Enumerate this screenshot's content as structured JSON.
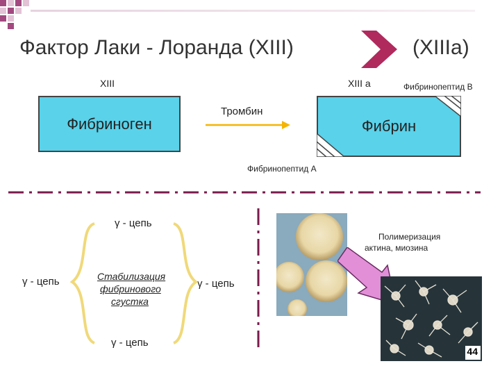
{
  "title": {
    "left": "Фактор Лаки - Лоранда (XIII)",
    "right": "(XIIIa)"
  },
  "labels": {
    "xiii": "XIII",
    "xiii_a": "XIII a",
    "fibrinopeptide_b": "Фибринопептид В",
    "fibrinogen": "Фибриноген",
    "thrombin": "Тромбин",
    "fibrin": "Фибрин",
    "fibrinopeptide_a": "Фибринопептид А",
    "gamma_chain_top": "γ - цепь",
    "gamma_chain_left": "γ - цепь",
    "gamma_chain_right": "γ - цепь",
    "gamma_chain_bottom": "γ - цепь",
    "stabilization_line1": "Стабилизация",
    "stabilization_line2": "фибринового",
    "stabilization_line3": "сгустка",
    "polymerization_line1": "Полимеризация",
    "polymerization_line2": "актина, миозина"
  },
  "page_number": "44",
  "colors": {
    "accent": "#a2487f",
    "box_fill": "#59d2ea",
    "arrow_thrombin": "#f5b400",
    "bracket": "#f0d97a",
    "divider": "#7a1a4c",
    "pink_arrow": "#e38fd8"
  }
}
